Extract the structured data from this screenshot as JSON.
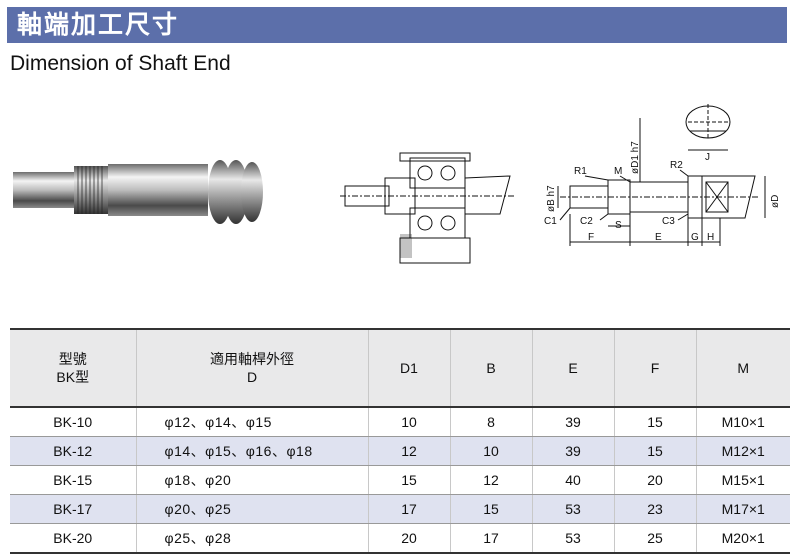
{
  "header": {
    "title": "軸端加工尺寸"
  },
  "subtitle": "Dimension of Shaft End",
  "diagram_labels": {
    "r1": "R1",
    "m": "M",
    "r2": "R2",
    "d1h7": "øD1 h7",
    "bh7": "øB h7",
    "c1": "C1",
    "c2": "C2",
    "s": "S",
    "c3": "C3",
    "f": "F",
    "e": "E",
    "g": "G",
    "h": "H",
    "j": "J",
    "d": "øD"
  },
  "table": {
    "headers": {
      "model_line1": "型號",
      "model_line2": "BK型",
      "dia_line1": "適用軸桿外徑",
      "dia_line2": "D",
      "d1": "D1",
      "b": "B",
      "e": "E",
      "f": "F",
      "m": "M"
    },
    "rows": [
      {
        "model": "BK-10",
        "dia": "φ12、φ14、φ15",
        "d1": "10",
        "b": "8",
        "e": "39",
        "f": "15",
        "m": "M10×1"
      },
      {
        "model": "BK-12",
        "dia": "φ14、φ15、φ16、φ18",
        "d1": "12",
        "b": "10",
        "e": "39",
        "f": "15",
        "m": "M12×1"
      },
      {
        "model": "BK-15",
        "dia": "φ18、φ20",
        "d1": "15",
        "b": "12",
        "e": "40",
        "f": "20",
        "m": "M15×1"
      },
      {
        "model": "BK-17",
        "dia": "φ20、φ25",
        "d1": "17",
        "b": "15",
        "e": "53",
        "f": "23",
        "m": "M17×1"
      },
      {
        "model": "BK-20",
        "dia": "φ25、φ28",
        "d1": "20",
        "b": "17",
        "e": "53",
        "f": "25",
        "m": "M20×1"
      }
    ]
  }
}
